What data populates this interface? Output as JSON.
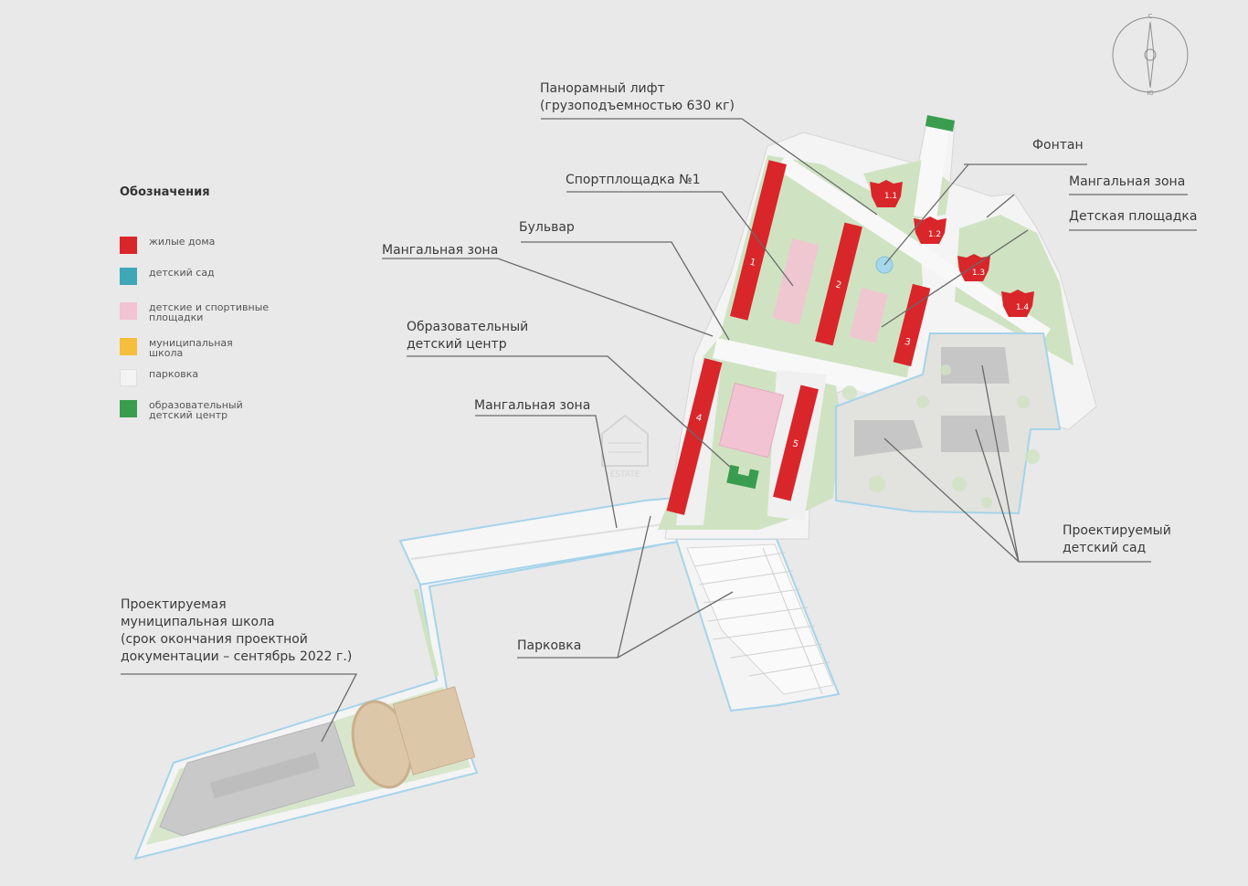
{
  "legend": {
    "title": "Обозначения",
    "items": [
      {
        "label": "жилые дома",
        "color": "#d9262b"
      },
      {
        "label": "детский сад",
        "color": "#3fa7b6"
      },
      {
        "label": "детские и спортивные\nплощадки",
        "color": "#f2c3d3"
      },
      {
        "label": "муниципальная\nшкола",
        "color": "#f6be3d"
      },
      {
        "label": "парковка",
        "color": "#f3f3f3"
      },
      {
        "label": "образовательный\nдетский центр",
        "color": "#3a9c4e"
      }
    ]
  },
  "callouts": {
    "panoramic_lift": "Панорамный лифт\n(грузоподъемностью 630 кг)",
    "fountain": "Фонтан",
    "sport_ground": "Спортплощадка №1",
    "bbq_zone_ne": "Мангальная зона",
    "playground": "Детская площадка",
    "boulevard": "Бульвар",
    "bbq_zone_w": "Мангальная зона",
    "education_center": "Образовательный\nдетский центр",
    "bbq_zone_s": "Мангальная зона",
    "kindergarten": "Проектируемый\nдетский сад",
    "school": "Проектируемая\nмуниципальная школа\n(срок окончания проектной\nдокументации – сентябрь 2022 г.)",
    "parking": "Парковка"
  },
  "buildings": [
    "1",
    "2",
    "3",
    "4",
    "5",
    "1.1",
    "1.2",
    "1.3",
    "1.4"
  ],
  "compass": {
    "north": "С",
    "south": "Ю"
  },
  "watermark": "ESTATE",
  "colors": {
    "background": "#e9e9e9",
    "residential": "#d9262b",
    "green": "#cfe3c2",
    "road": "#f7f7f7",
    "project_outline": "#a6d4ea",
    "project_fill": "#e2e2df",
    "playground": "#f2c3d3",
    "edu_center": "#3a9c4e",
    "leader_line": "#6a6a6a"
  }
}
